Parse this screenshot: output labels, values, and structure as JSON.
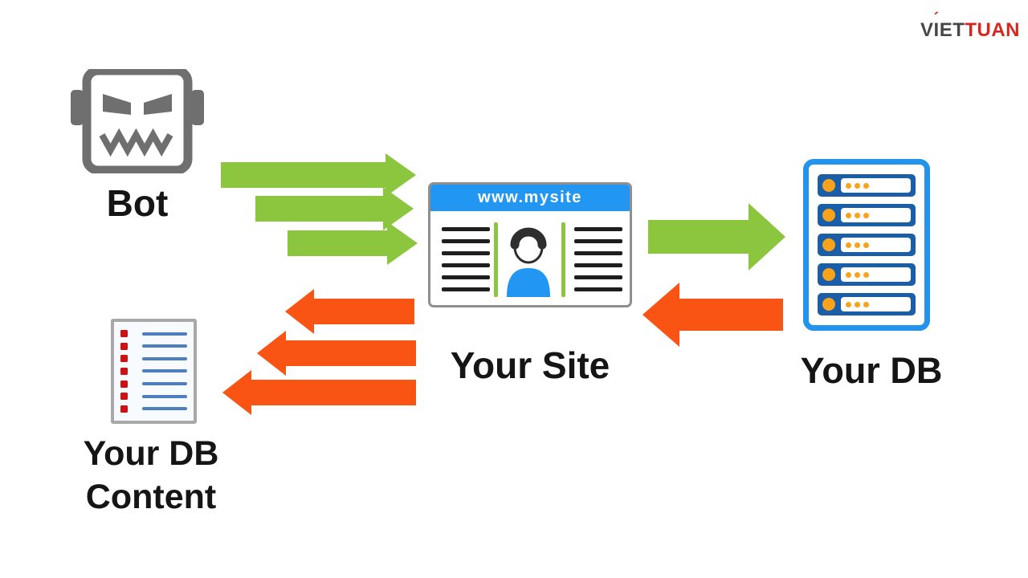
{
  "page": {
    "background": "#FFFFFF"
  },
  "logo": {
    "part_v": "V",
    "part_i": "I",
    "accent": "´",
    "part_et": "ET",
    "part_red": "TUAN",
    "color_dark": "#47474B",
    "color_red": "#D7261D"
  },
  "diagram": {
    "nodes": {
      "bot": {
        "label": "Bot",
        "icon": "robot-bot-icon"
      },
      "site": {
        "label": "Your Site",
        "header_url": "www.mysite",
        "icon": "browser-window-icon",
        "text_lines_per_column": 6
      },
      "db": {
        "label": "Your DB",
        "icon": "database-server-icon",
        "server_rows": 5,
        "dots_per_row": 3
      },
      "db_content": {
        "label_line1": "Your DB",
        "label_line2": "Content",
        "icon": "document-list-icon",
        "document_rows": 7
      }
    },
    "connections": [
      {
        "from": "bot",
        "to": "site",
        "direction": "right",
        "color": "#8CC63E",
        "arrow_count": 3
      },
      {
        "from": "site",
        "to": "db",
        "direction": "right",
        "color": "#8CC63E",
        "arrow_count": 1
      },
      {
        "from": "db",
        "to": "site",
        "direction": "left",
        "color": "#FA5415",
        "arrow_count": 1
      },
      {
        "from": "site",
        "to": "db_content",
        "direction": "left",
        "color": "#FA5415",
        "arrow_count": 3
      }
    ]
  },
  "colors": {
    "green_arrow": "#8CC63E",
    "orange_arrow": "#FA5415",
    "site_header_blue": "#2196F3",
    "server_border_blue": "#2493EB",
    "server_unit_blue": "#1B5EA8",
    "server_dot_orange": "#F9A21B",
    "doc_line_blue": "#4D7EBE",
    "doc_bullet_red": "#CC1212",
    "bot_gray": "#6F6F6F",
    "label_black": "#151515"
  }
}
